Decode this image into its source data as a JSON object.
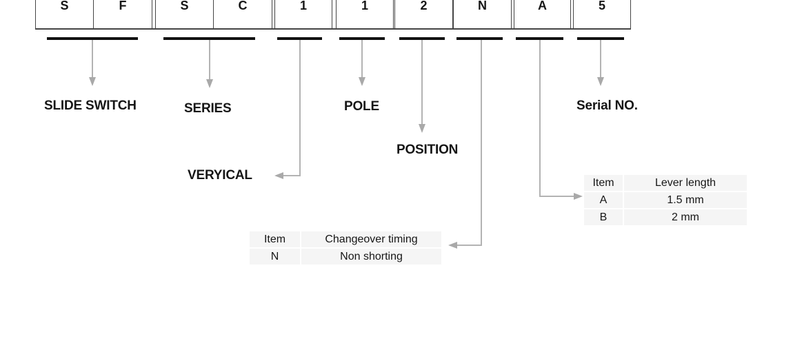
{
  "boxes": [
    "S",
    "F",
    "S",
    "C",
    "1",
    "1",
    "2",
    "N",
    "A",
    "5"
  ],
  "labels": {
    "slide_switch": "SLIDE SWITCH",
    "series": "SERIES",
    "vertical": "VERYICAL",
    "pole": "POLE",
    "position": "POSITION",
    "serial_no": "Serial NO."
  },
  "tables": {
    "lever_length": {
      "headers": [
        "Item",
        "Lever length"
      ],
      "rows": [
        [
          "A",
          "1.5 mm"
        ],
        [
          "B",
          "2 mm"
        ]
      ]
    },
    "changeover_timing": {
      "headers": [
        "Item",
        "Changeover timing"
      ],
      "rows": [
        [
          "N",
          "Non shorting"
        ]
      ]
    }
  },
  "colors": {
    "line_gray": "#b3b3b3",
    "head_gray": "#a9a9a9",
    "underline_black": "#111111",
    "box_border": "#454545",
    "table_bg": "#f5f5f5",
    "text_black": "#161616"
  }
}
